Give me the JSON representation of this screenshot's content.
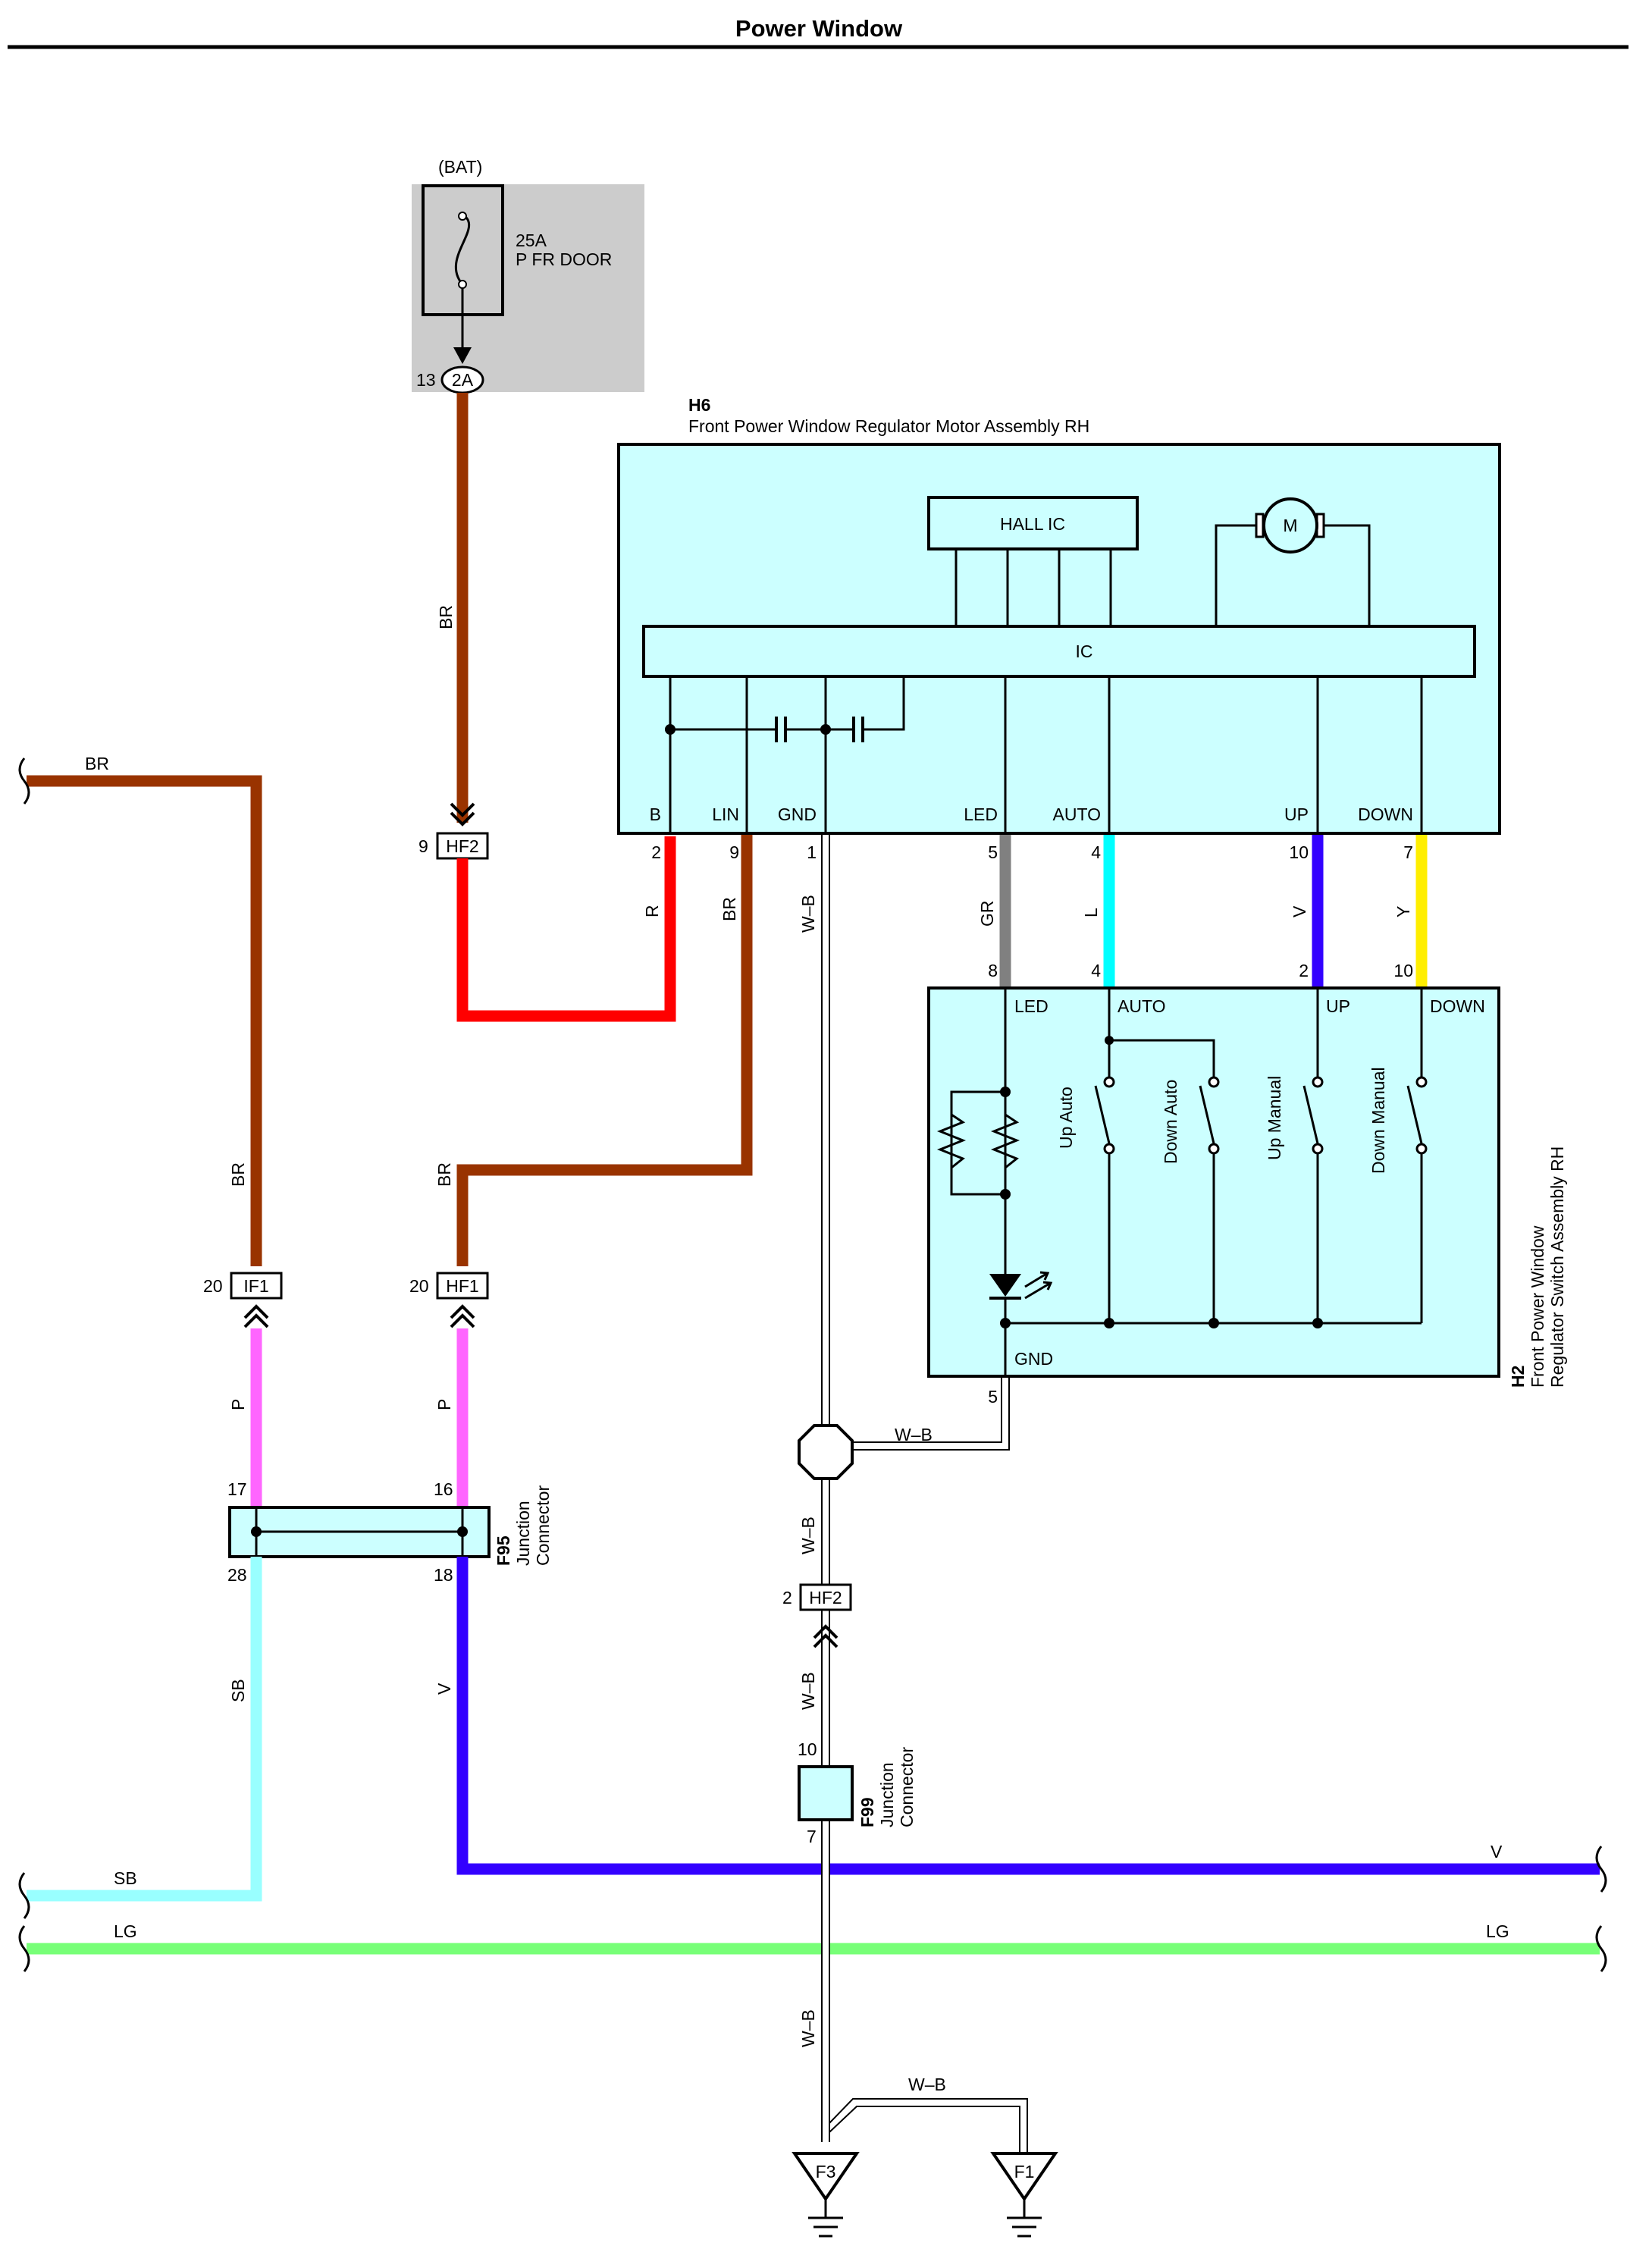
{
  "title": "Power Window",
  "bat": "(BAT)",
  "fuse": {
    "amp": "25A",
    "name": "P FR DOOR"
  },
  "conn2a": {
    "code": "2A",
    "pin": "13"
  },
  "h6": {
    "code": "H6",
    "name": "Front Power Window Regulator Motor Assembly RH",
    "hall": "HALL IC",
    "motor": "M",
    "ic": "IC",
    "pins": {
      "b": "B",
      "lin": "LIN",
      "gnd": "GND",
      "led": "LED",
      "auto": "AUTO",
      "up": "UP",
      "down": "DOWN"
    },
    "pin_numbers": {
      "b": "2",
      "lin": "9",
      "gnd": "1",
      "led": "5",
      "auto": "4",
      "up": "10",
      "down": "7"
    }
  },
  "h2": {
    "code": "H2",
    "name_line1": "Front Power Window",
    "name_line2": "Regulator Switch Assembly RH",
    "pins": {
      "led": "LED",
      "auto": "AUTO",
      "up": "UP",
      "down": "DOWN",
      "gnd": "GND"
    },
    "pin_numbers": {
      "led": "8",
      "auto": "4",
      "up": "2",
      "down": "10",
      "gnd": "5"
    },
    "switches": {
      "up_auto": "Up Auto",
      "down_auto": "Down Auto",
      "up_manual": "Up Manual",
      "down_manual": "Down Manual"
    }
  },
  "hf2_top": {
    "code": "HF2",
    "pin": "9"
  },
  "hf2_bottom": {
    "code": "HF2",
    "pin": "2"
  },
  "if1": {
    "code": "IF1",
    "pin": "20"
  },
  "hf1": {
    "code": "HF1",
    "pin": "20"
  },
  "f95": {
    "code": "F95",
    "line1": "Junction",
    "line2": "Connector",
    "pins": {
      "p17": "17",
      "p16": "16",
      "p28": "28",
      "p18": "18"
    }
  },
  "f99": {
    "code": "F99",
    "line1": "Junction",
    "line2": "Connector",
    "pins": {
      "p10": "10",
      "p7": "7"
    }
  },
  "grounds": {
    "f3": "F3",
    "f1": "F1"
  },
  "wires": {
    "br": "BR",
    "r": "R",
    "wb": "W–B",
    "gr": "GR",
    "l": "L",
    "v": "V",
    "y": "Y",
    "p": "P",
    "sb": "SB",
    "lg": "LG"
  },
  "colors": {
    "br": "#993300",
    "r": "#ff0000",
    "gr": "#808080",
    "l": "#00ffff",
    "v": "#3300ff",
    "y": "#ffee00",
    "p": "#ff66ff",
    "sb": "#99ffff",
    "lg": "#77ff77",
    "box_fill": "#ccffff",
    "fuse_bg": "#cccccc"
  }
}
